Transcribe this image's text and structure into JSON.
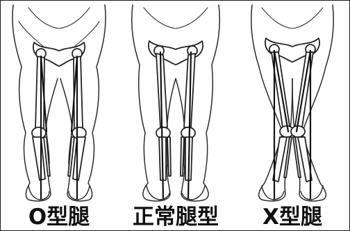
{
  "panels": [
    {
      "id": "o-leg",
      "caption": "O型腿"
    },
    {
      "id": "normal-leg",
      "caption": "正常腿型"
    },
    {
      "id": "x-leg",
      "caption": "X型腿"
    }
  ],
  "colors": {
    "line": "#222222",
    "background": "#ffffff",
    "text": "#111111"
  }
}
